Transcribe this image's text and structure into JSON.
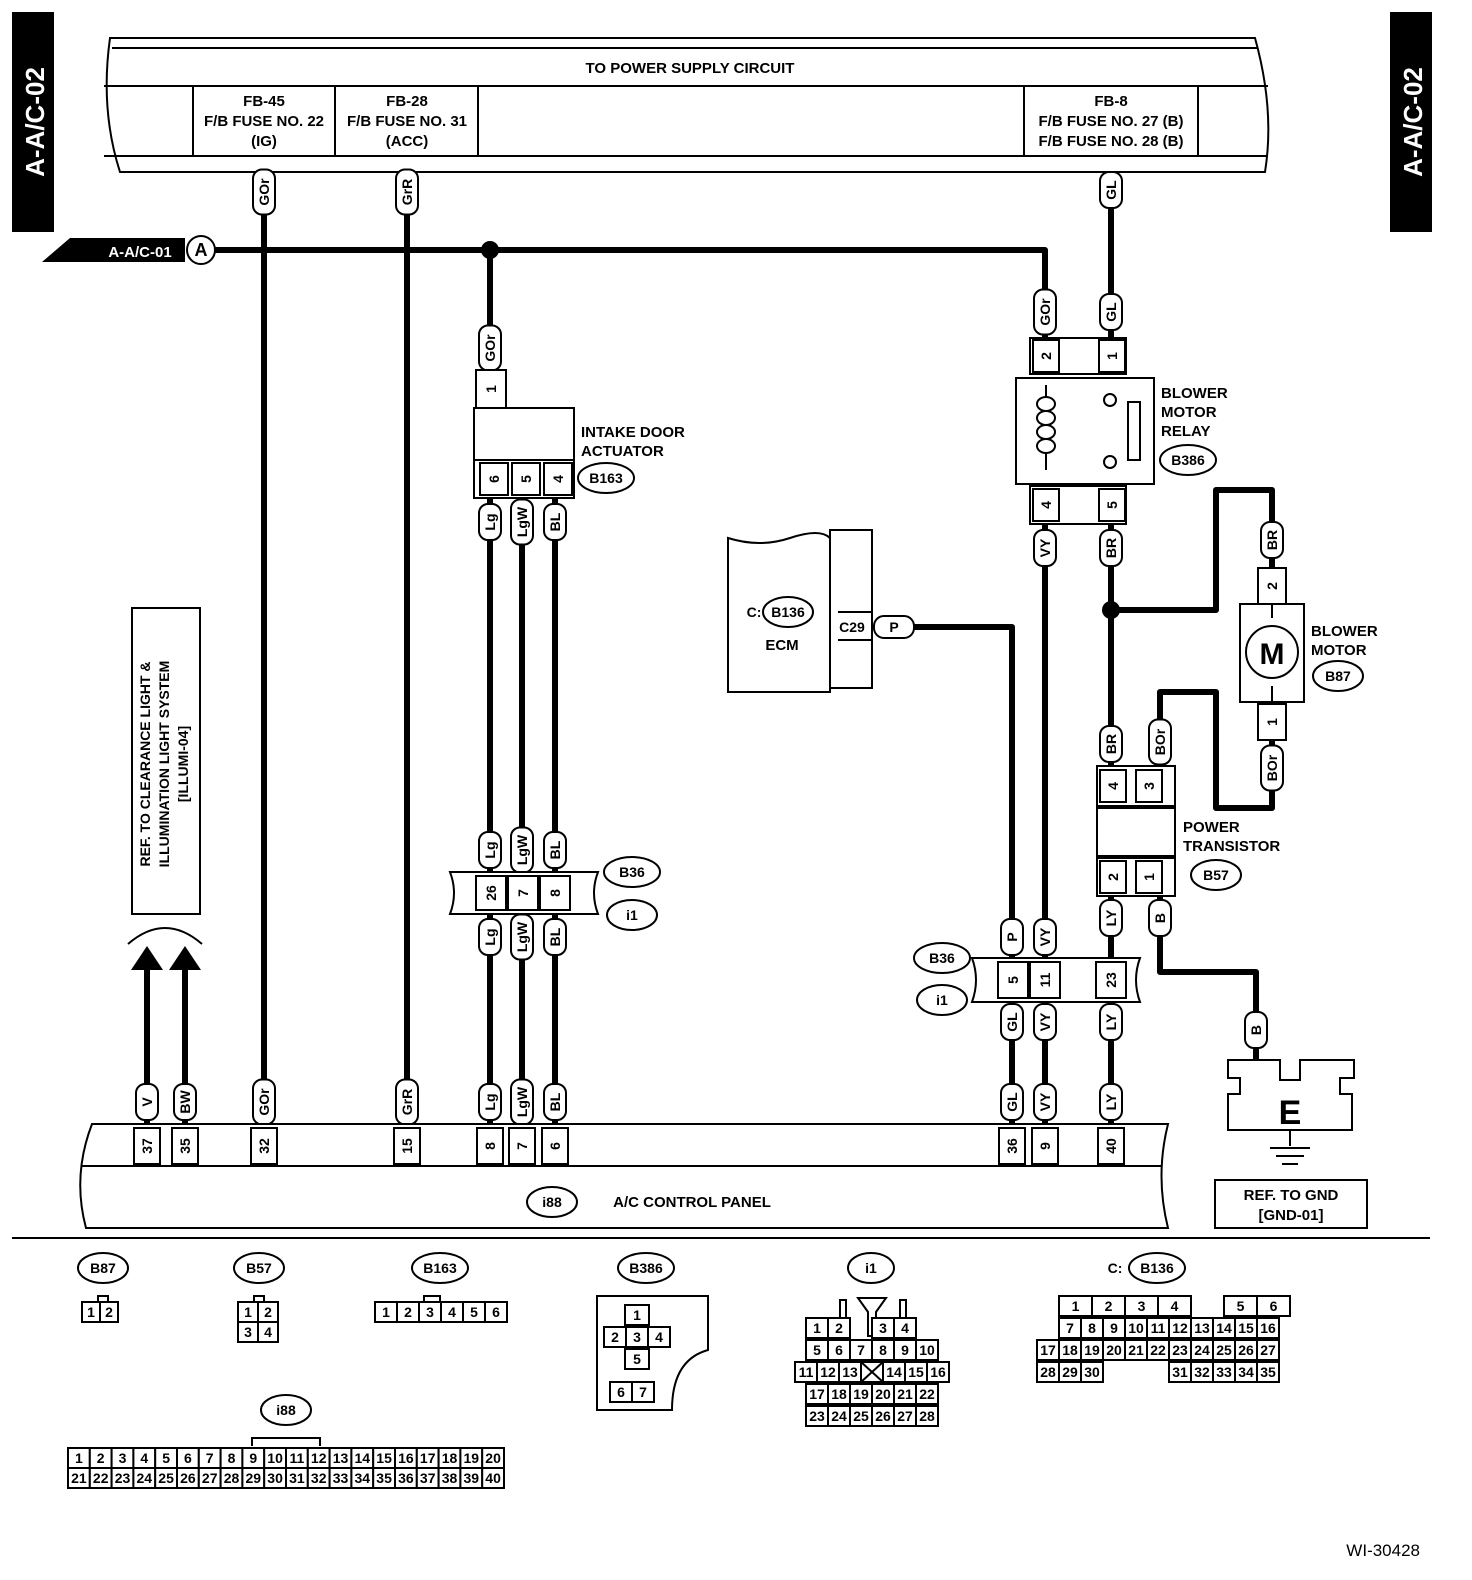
{
  "side_tabs": {
    "left": "A-A/C-02",
    "right": "A-A/C-02"
  },
  "power": {
    "title": "TO POWER SUPPLY CIRCUIT",
    "fb45": [
      "FB-45",
      "F/B FUSE NO. 22",
      "(IG)"
    ],
    "fb28": [
      "FB-28",
      "F/B FUSE NO. 31",
      "(ACC)"
    ],
    "fb8": [
      "FB-8",
      "F/B FUSE NO. 27 (B)",
      "F/B FUSE NO. 28 (B)"
    ]
  },
  "link": {
    "label": "A-A/C-01",
    "letter": "A"
  },
  "intake": {
    "name": [
      "INTAKE DOOR",
      "ACTUATOR"
    ],
    "conn": "B163",
    "pin_top": "1",
    "pins": [
      "6",
      "5",
      "4"
    ]
  },
  "relay": {
    "name": [
      "BLOWER",
      "MOTOR",
      "RELAY"
    ],
    "conn": "B386",
    "pins_top": [
      "2",
      "1"
    ],
    "pins_bottom": [
      "4",
      "5"
    ]
  },
  "motor": {
    "name": [
      "BLOWER",
      "MOTOR"
    ],
    "conn": "B87",
    "symbol": "M",
    "pins": [
      "2",
      "1"
    ]
  },
  "ecm": {
    "prefix": "C:",
    "conn": "B136",
    "name": "ECM",
    "pin": "C29"
  },
  "transistor": {
    "name": [
      "POWER",
      "TRANSISTOR"
    ],
    "conn": "B57",
    "pins_top": [
      "4",
      "3"
    ],
    "pins_bottom": [
      "2",
      "1"
    ]
  },
  "joint_left": {
    "conns": [
      "B36",
      "i1"
    ],
    "pins": [
      "26",
      "7",
      "8"
    ]
  },
  "joint_right": {
    "conns": [
      "B36",
      "i1"
    ],
    "pins": [
      "5",
      "11",
      "23"
    ]
  },
  "wires": {
    "GOr": "GOr",
    "GrR": "GrR",
    "GL": "GL",
    "Lg": "Lg",
    "LgW": "LgW",
    "BL": "BL",
    "VY": "VY",
    "BR": "BR",
    "P": "P",
    "BOr": "BOr",
    "LY": "LY",
    "B": "B",
    "V": "V",
    "BW": "BW"
  },
  "ref_illum": [
    "REF. TO CLEARANCE LIGHT &",
    "ILLUMINATION LIGHT SYSTEM",
    "[ILLUMI-04]"
  ],
  "panel": {
    "conn": "i88",
    "name": "A/C CONTROL PANEL",
    "pins": [
      "37",
      "35",
      "32",
      "15",
      "8",
      "7",
      "6",
      "36",
      "9",
      "40"
    ]
  },
  "ground": {
    "symbol": "E",
    "ref": [
      "REF. TO GND",
      "[GND-01]"
    ]
  },
  "connector_views": {
    "B87": [
      "1",
      "2"
    ],
    "B57": [
      "1",
      "2",
      "3",
      "4"
    ],
    "B163": [
      "1",
      "2",
      "3",
      "4",
      "5",
      "6"
    ],
    "B386": [
      "1",
      "2",
      "3",
      "4",
      "5",
      "6",
      "7"
    ],
    "i1": [
      [
        "1",
        "2",
        "",
        "3",
        "4"
      ],
      [
        "5",
        "6",
        "7",
        "8",
        "9",
        "10"
      ],
      [
        "11",
        "12",
        "13",
        "X",
        "14",
        "15",
        "16"
      ],
      [
        "17",
        "18",
        "19",
        "20",
        "21",
        "22"
      ],
      [
        "23",
        "24",
        "25",
        "26",
        "27",
        "28"
      ]
    ],
    "B136_prefix": "C:",
    "B136": [
      [
        "1",
        "2",
        "3",
        "4",
        "",
        "5",
        "6"
      ],
      [
        "7",
        "8",
        "9",
        "10",
        "11",
        "12",
        "13",
        "14",
        "15",
        "16"
      ],
      [
        "17",
        "18",
        "19",
        "20",
        "21",
        "22",
        "23",
        "24",
        "25",
        "26",
        "27"
      ],
      [
        "28",
        "29",
        "30",
        "",
        "",
        "",
        "31",
        "32",
        "33",
        "34",
        "35"
      ]
    ],
    "i88": [
      [
        "1",
        "2",
        "3",
        "4",
        "5",
        "6",
        "7",
        "8",
        "9",
        "10",
        "11",
        "12",
        "13",
        "14",
        "15",
        "16",
        "17",
        "18",
        "19",
        "20"
      ],
      [
        "21",
        "22",
        "23",
        "24",
        "25",
        "26",
        "27",
        "28",
        "29",
        "30",
        "31",
        "32",
        "33",
        "34",
        "35",
        "36",
        "37",
        "38",
        "39",
        "40"
      ]
    ]
  },
  "figure_id": "WI-30428"
}
